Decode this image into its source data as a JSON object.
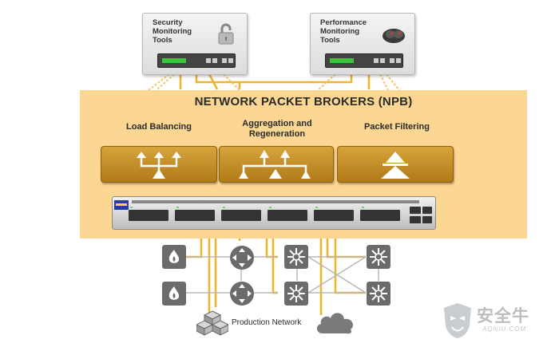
{
  "tools": {
    "security": {
      "title": "Security\nMonitoring\nTools",
      "icon": "padlock-icon"
    },
    "performance": {
      "title": "Performance\nMonitoring\nTools",
      "icon": "dashboard-gauge-icon"
    }
  },
  "npb": {
    "title": "NETWORK PACKET BROKERS (NPB)",
    "functions": [
      {
        "label": "Load Balancing",
        "icon": "load-balancing-icon"
      },
      {
        "label": "Aggregation and\nRegeneration",
        "icon": "aggregation-regeneration-icon"
      },
      {
        "label": "Packet Filtering",
        "icon": "packet-filtering-icon"
      }
    ]
  },
  "network": {
    "production_label": "Production Network",
    "devices": [
      "firewall-icon",
      "router-icon",
      "switch-icon",
      "cloud-icon",
      "server-stack-icon"
    ]
  },
  "watermark": {
    "text": "安全牛",
    "sub": "AQNIU.COM"
  },
  "colors": {
    "npb_background": "#fbd793",
    "function_box": "#c48e26",
    "link_line": "#f0b429"
  }
}
